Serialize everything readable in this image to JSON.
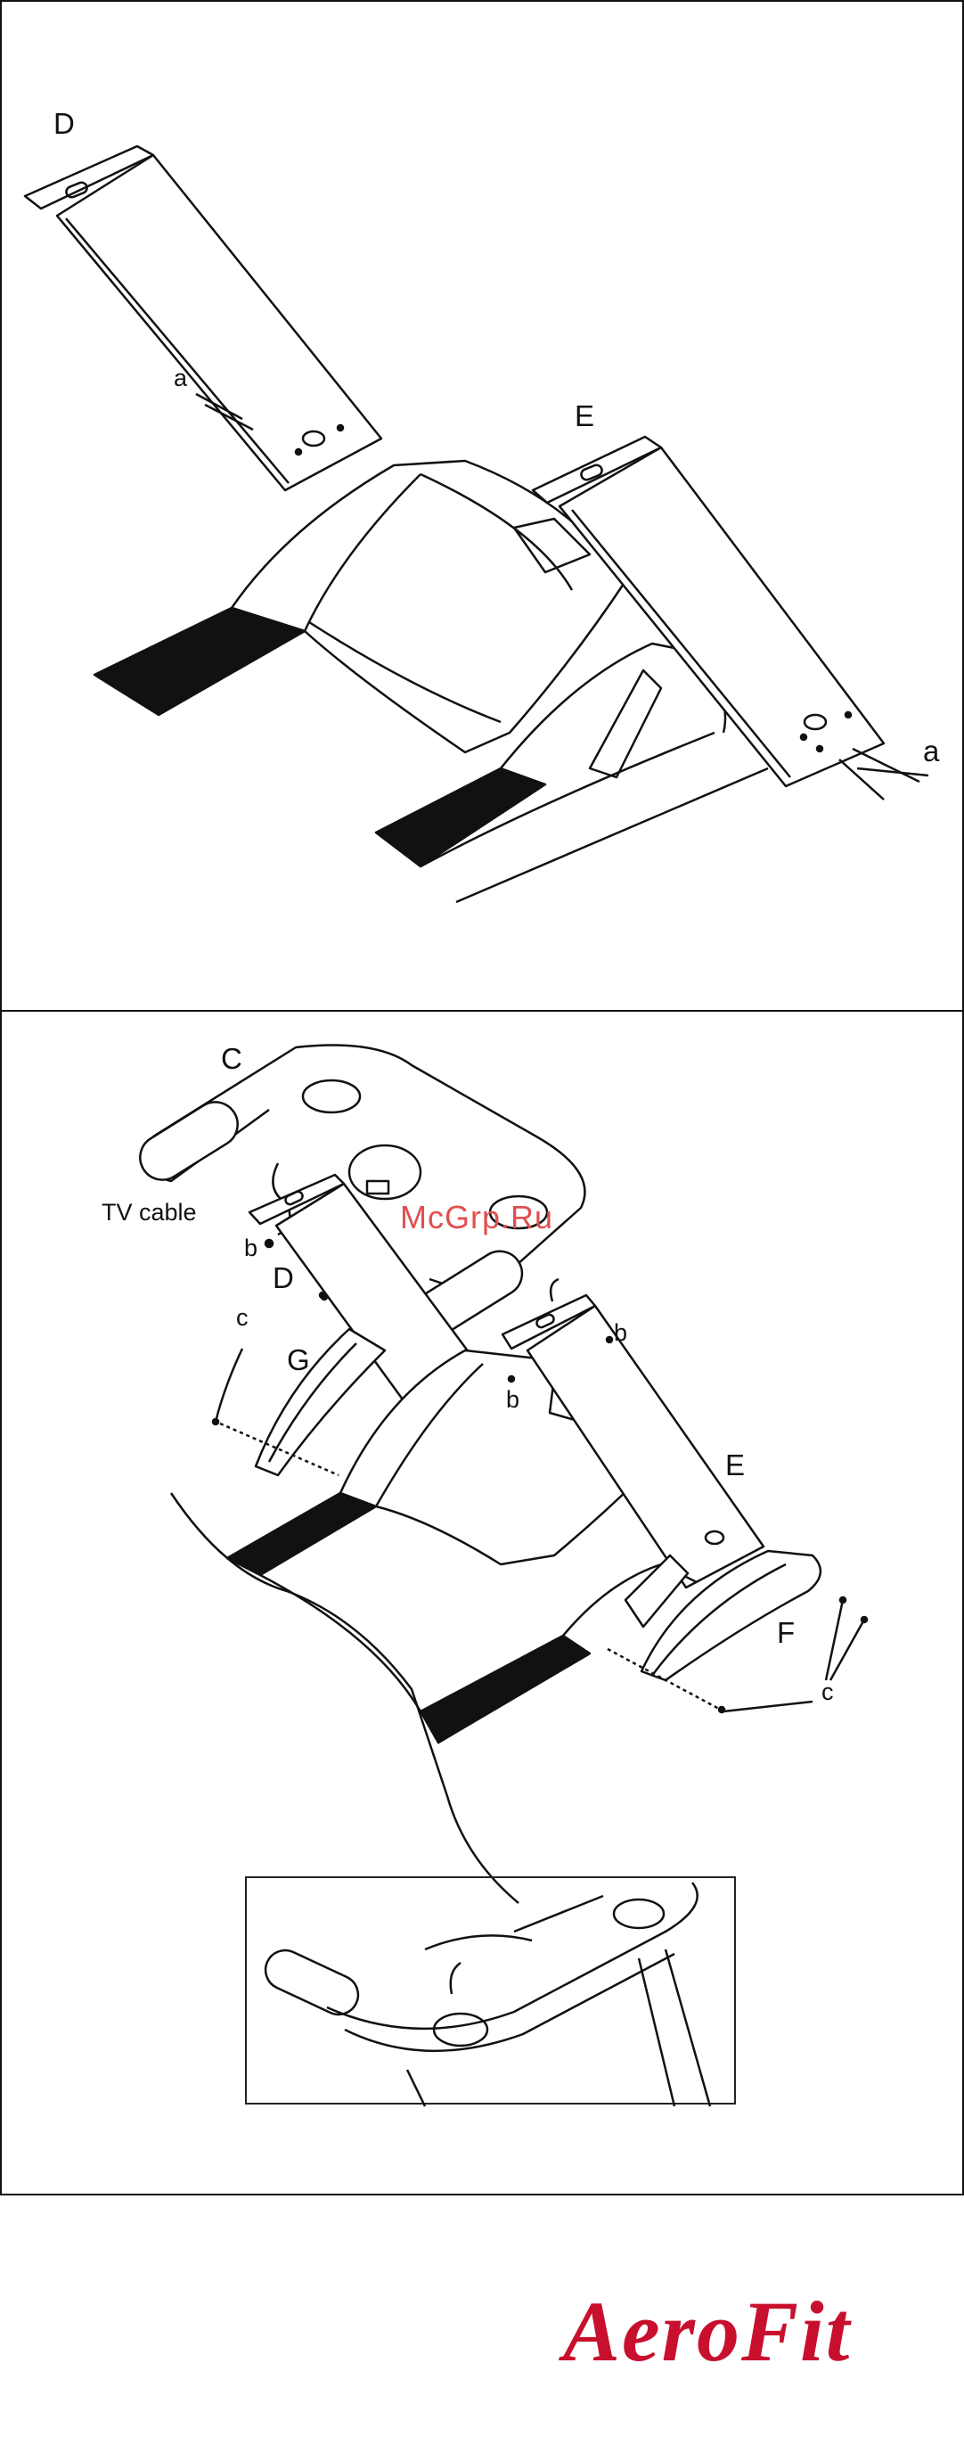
{
  "panel1": {
    "labels": {
      "d": "D",
      "e": "E",
      "a_left": "a",
      "a_right": "a"
    }
  },
  "panel2": {
    "labels": {
      "c_top": "C",
      "tv_cable": "TV cable",
      "b_left": "b",
      "d": "D",
      "c_left": "c",
      "g": "G",
      "b_right_top": "b",
      "b_middle": "b",
      "e": "E",
      "f": "F",
      "c_bottom": "c"
    }
  },
  "watermark": "McGrp.Ru",
  "logo": "AeroFit"
}
